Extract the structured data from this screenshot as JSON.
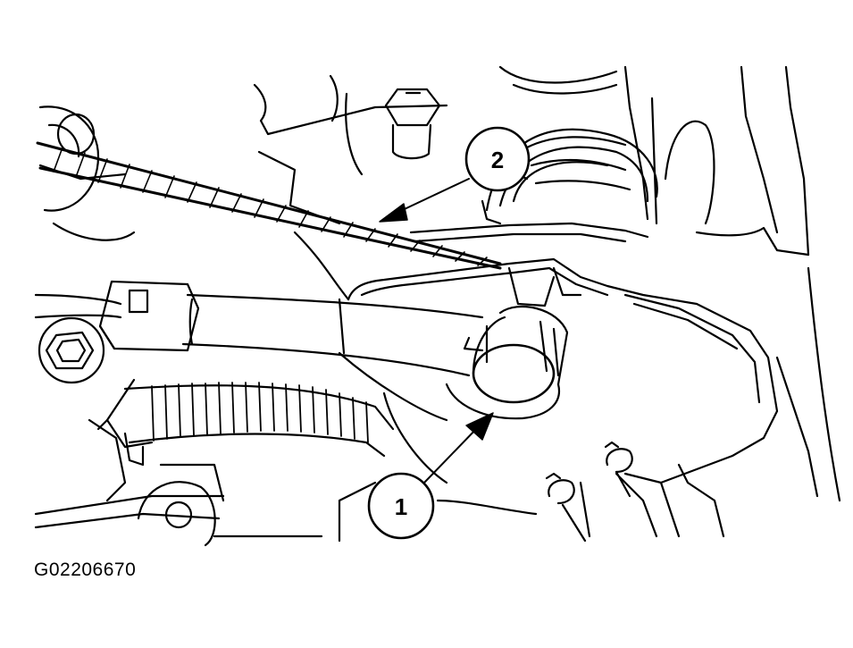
{
  "figure_id": "G02206670",
  "callouts": [
    {
      "number": "1"
    },
    {
      "number": "2"
    }
  ],
  "colors": {
    "line": "#000000",
    "background": "#ffffff"
  }
}
